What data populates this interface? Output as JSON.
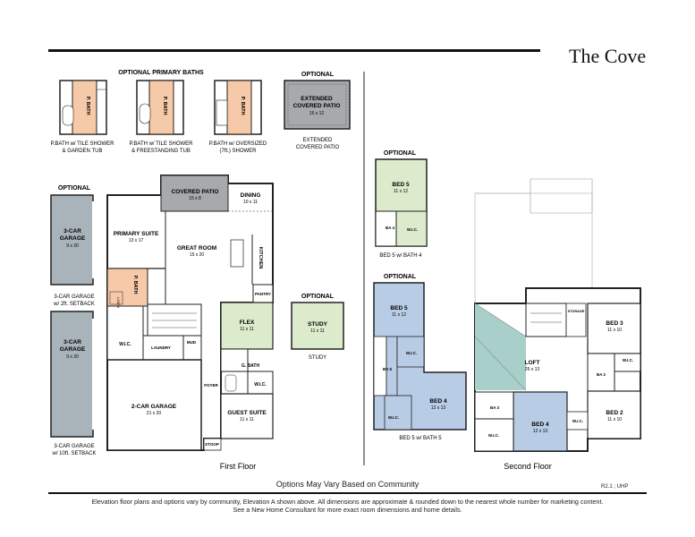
{
  "title": "The Cove",
  "headings": {
    "optional_primary_baths": "OPTIONAL PRIMARY BATHS",
    "optional": "OPTIONAL"
  },
  "primary_bath_options": [
    {
      "room": "P. BATH",
      "caption_1": "P.BATH w/ TILE SHOWER",
      "caption_2": "& GARDEN TUB"
    },
    {
      "room": "P. BATH",
      "caption_1": "P.BATH w/ TILE SHOWER",
      "caption_2": "& FREESTANDING TUB"
    },
    {
      "room": "P. BATH",
      "caption_1": "P.BATH w/ OVERSIZED",
      "caption_2": "(7ft.) SHOWER"
    }
  ],
  "extended_patio": {
    "name_1": "EXTENDED",
    "name_2": "COVERED PATIO",
    "dims": "16 x 12",
    "caption_1": "EXTENDED",
    "caption_2": "COVERED PATIO"
  },
  "garage_options": [
    {
      "name_1": "3-CAR",
      "name_2": "GARAGE",
      "dims": "9 x 20",
      "caption_1": "3-CAR GARAGE",
      "caption_2": "w/ 2ft. SETBACK"
    },
    {
      "name_1": "3-CAR",
      "name_2": "GARAGE",
      "dims": "9 x 20",
      "caption_1": "3-CAR GARAGE",
      "caption_2": "w/ 10ft. SETBACK"
    }
  ],
  "first_floor": {
    "label": "First Floor",
    "covered_patio": {
      "name": "COVERED PATIO",
      "dims": "15 x 8"
    },
    "dining": {
      "name": "DINING",
      "dims": "10 x 11"
    },
    "primary_suite": {
      "name": "PRIMARY SUITE",
      "dims": "13 x 17"
    },
    "great_room": {
      "name": "GREAT ROOM",
      "dims": "15 x 20"
    },
    "kitchen": "KITCHEN",
    "pantry": "PANTRY",
    "p_bath": "P. BATH",
    "linen": "LINEN",
    "wic": "W.I.C.",
    "laundry": "LAUNDRY",
    "mud": "MUD",
    "flex": {
      "name": "FLEX",
      "dims": "11 x 11"
    },
    "g_bath": "G. BATH",
    "wic2": "W.I.C.",
    "foyer": "FOYER",
    "garage": {
      "name": "2-CAR GARAGE",
      "dims": "21 x 20"
    },
    "guest_suite": {
      "name": "GUEST SUITE",
      "dims": "11 x 11"
    },
    "stoop": "STOOP"
  },
  "study_option": {
    "name": "STUDY",
    "dims": "11 x 11",
    "caption": "STUDY"
  },
  "bed5_ba4_option": {
    "name": "BED 5",
    "dims": "11 x 12",
    "ba": "BA 4",
    "wic": "W.I.C.",
    "caption": "BED 5 w/ BATH 4"
  },
  "bed5_ba5_option": {
    "bed5": {
      "name": "BED 5",
      "dims": "11 x 12"
    },
    "wic": "W.I.C.",
    "ba": "BA 5",
    "bed4": {
      "name": "BED 4",
      "dims": "12 x 13"
    },
    "wic2": "W.I.C.",
    "caption": "BED 5 w/ BATH 5"
  },
  "second_floor": {
    "label": "Second Floor",
    "loft": {
      "name": "LOFT",
      "dims": "26 x 13"
    },
    "bed3": {
      "name": "BED 3",
      "dims": "11 x 10"
    },
    "bed2": {
      "name": "BED 2",
      "dims": "11 x 10"
    },
    "bed4": {
      "name": "BED 4",
      "dims": "12 x 13"
    },
    "ba3": "BA 3",
    "ba2": "BA 2",
    "wic": "W.I.C.",
    "wic2": "W.I.C.",
    "wic3": "W.I.C.",
    "storage": "STORAGE"
  },
  "options_note": "Options May Vary Based on Community",
  "revision": "R2.1 ; UHP",
  "disclaimer_1": "Elevation floor plans and options vary by community, Elevation A shown above. All dimensions are approximate & rounded down to the nearest whole number for marketing content.",
  "disclaimer_2": "See a New Home Consultant for more exact room dimensions and home details.",
  "colors": {
    "primary_bath": "#f6c9a8",
    "patio": "#a7a9ac",
    "garage_option": "#a9b3ba",
    "flex_study": "#dcebcc",
    "bedroom_blue": "#b8cce6",
    "loft_teal": "#a8cfc9"
  }
}
